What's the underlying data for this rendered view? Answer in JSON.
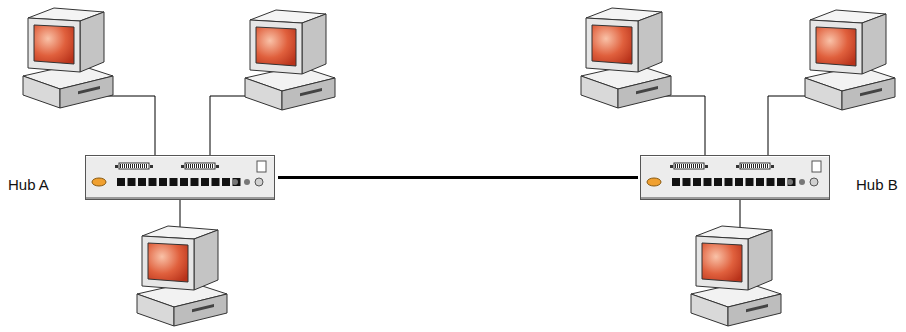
{
  "diagram": {
    "nodes": [
      {
        "text": [
          "Hub A"
        ]
      },
      {
        "text": [
          "Hub B"
        ]
      }
    ],
    "edges": [
      {
        "from": 0,
        "to": 1,
        "arrow": "none"
      }
    ]
  }
}
